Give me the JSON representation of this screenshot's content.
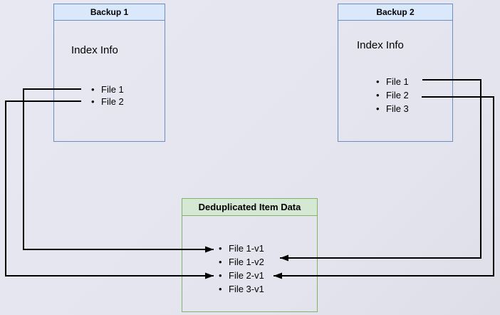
{
  "diagram": {
    "backup1": {
      "title": "Backup 1",
      "body_label": "Index Info",
      "files": [
        "File 1",
        "File 2"
      ]
    },
    "backup2": {
      "title": "Backup 2",
      "body_label": "Index Info",
      "files": [
        "File 1",
        "File 2",
        "File 3"
      ]
    },
    "dedup": {
      "title": "Deduplicated Item Data",
      "items": [
        "File 1-v1",
        "File 1-v2",
        "File 2-v1",
        "File 3-v1"
      ]
    },
    "connections": [
      {
        "from": "Backup 1 / File 1",
        "to": "File 1-v1"
      },
      {
        "from": "Backup 1 / File 2",
        "to": "File 2-v1"
      },
      {
        "from": "Backup 2 / File 1",
        "to": "File 1-v2"
      },
      {
        "from": "Backup 2 / File 2",
        "to": "File 2-v1"
      }
    ],
    "colors": {
      "canvas_bg": "#e8e8f2",
      "backup_box_fill": "#dae8fc",
      "backup_box_border": "#6c8ebf",
      "dedup_box_fill": "#d5e8d4",
      "dedup_box_border": "#82b366",
      "arrow": "#000000"
    }
  }
}
